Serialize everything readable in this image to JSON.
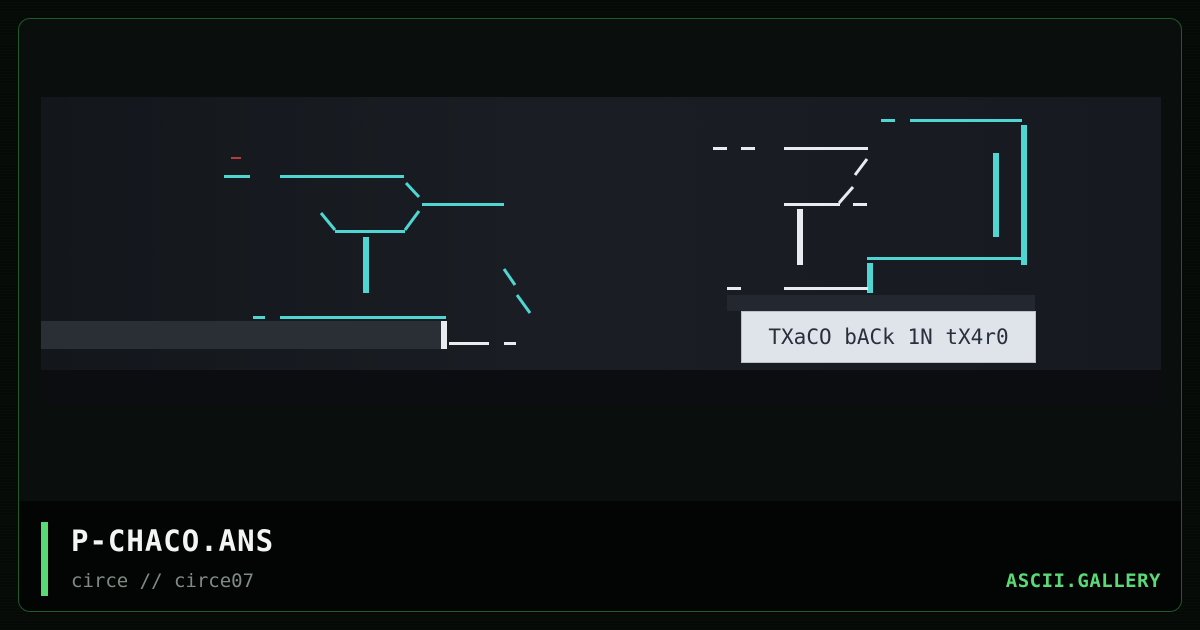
{
  "artwork": {
    "caption": "TXaCO bACk 1N tX4r0",
    "colors": {
      "cyan": "#4fd6d2",
      "white": "#e8ebef",
      "red": "#b83a3a",
      "background": "#181c22"
    }
  },
  "footer": {
    "title": "P-CHACO.ANS",
    "byline": "circe // circe07",
    "brand": "ASCII.GALLERY",
    "accent_color": "#5cd977"
  }
}
